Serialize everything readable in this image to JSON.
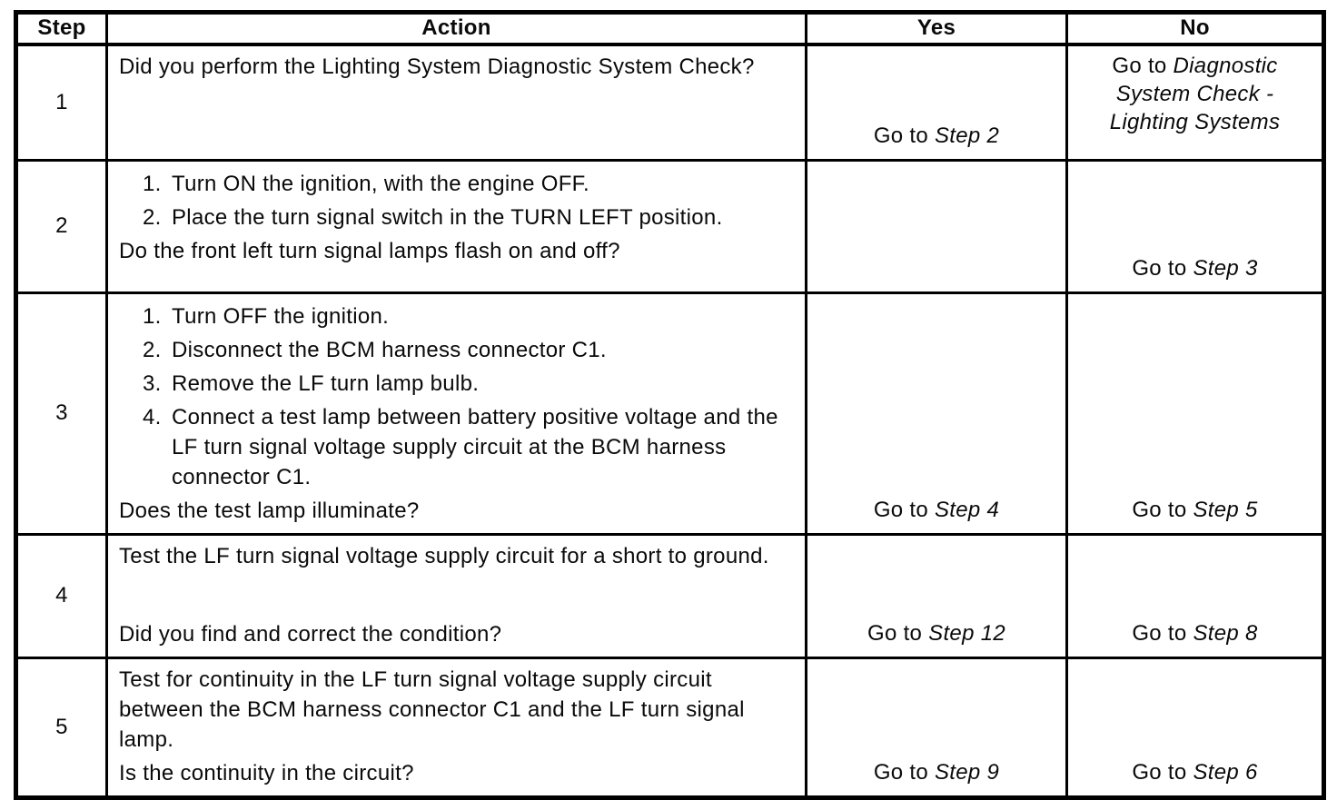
{
  "table": {
    "headers": [
      "Step",
      "Action",
      "Yes",
      "No"
    ],
    "rows": [
      {
        "step": "1",
        "action": {
          "lead": "Did you perform the Lighting System Diagnostic System Check?",
          "list": [],
          "question": null
        },
        "yes": {
          "prefix": "Go to",
          "target": "Step 2"
        },
        "no": {
          "prefix": "Go to",
          "target": "Diagnostic System Check - Lighting Systems"
        }
      },
      {
        "step": "2",
        "action": {
          "lead": null,
          "list": [
            "Turn ON the ignition, with the engine OFF.",
            "Place the turn signal switch in the TURN LEFT position."
          ],
          "question": "Do the front left turn signal lamps flash on and off?"
        },
        "yes": null,
        "no": {
          "prefix": "Go to",
          "target": "Step 3"
        }
      },
      {
        "step": "3",
        "action": {
          "lead": null,
          "list": [
            "Turn OFF the ignition.",
            "Disconnect the BCM harness connector C1.",
            "Remove the LF turn lamp bulb.",
            "Connect a test lamp between battery positive voltage and the LF turn signal voltage supply circuit at the BCM harness connector C1."
          ],
          "question": "Does the test lamp illuminate?"
        },
        "yes": {
          "prefix": "Go to",
          "target": "Step 4"
        },
        "no": {
          "prefix": "Go to",
          "target": "Step 5"
        }
      },
      {
        "step": "4",
        "action": {
          "lead": "Test the LF turn signal voltage supply circuit for a short to ground.",
          "list": [],
          "question": "Did you find and correct the condition?"
        },
        "yes": {
          "prefix": "Go to",
          "target": "Step 12"
        },
        "no": {
          "prefix": "Go to",
          "target": "Step 8"
        }
      },
      {
        "step": "5",
        "action": {
          "lead": "Test for continuity in the LF turn signal voltage supply circuit between the BCM harness connector C1 and the LF turn signal lamp.",
          "list": [],
          "question": "Is the continuity in the circuit?"
        },
        "yes": {
          "prefix": "Go to",
          "target": "Step 9"
        },
        "no": {
          "prefix": "Go to",
          "target": "Step 6"
        }
      }
    ]
  }
}
